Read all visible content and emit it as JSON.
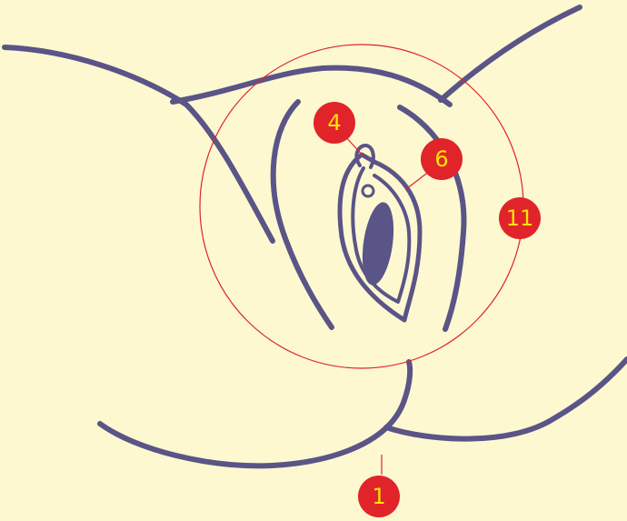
{
  "colors": {
    "background": "#fdf8d0",
    "outline": "#5a5487",
    "callout_circle": "#e0242a",
    "badge_fill": "#e0242a",
    "badge_text": "#ffe500"
  },
  "callouts": [
    {
      "label": "4"
    },
    {
      "label": "6"
    },
    {
      "label": "11"
    },
    {
      "label": "1"
    }
  ]
}
